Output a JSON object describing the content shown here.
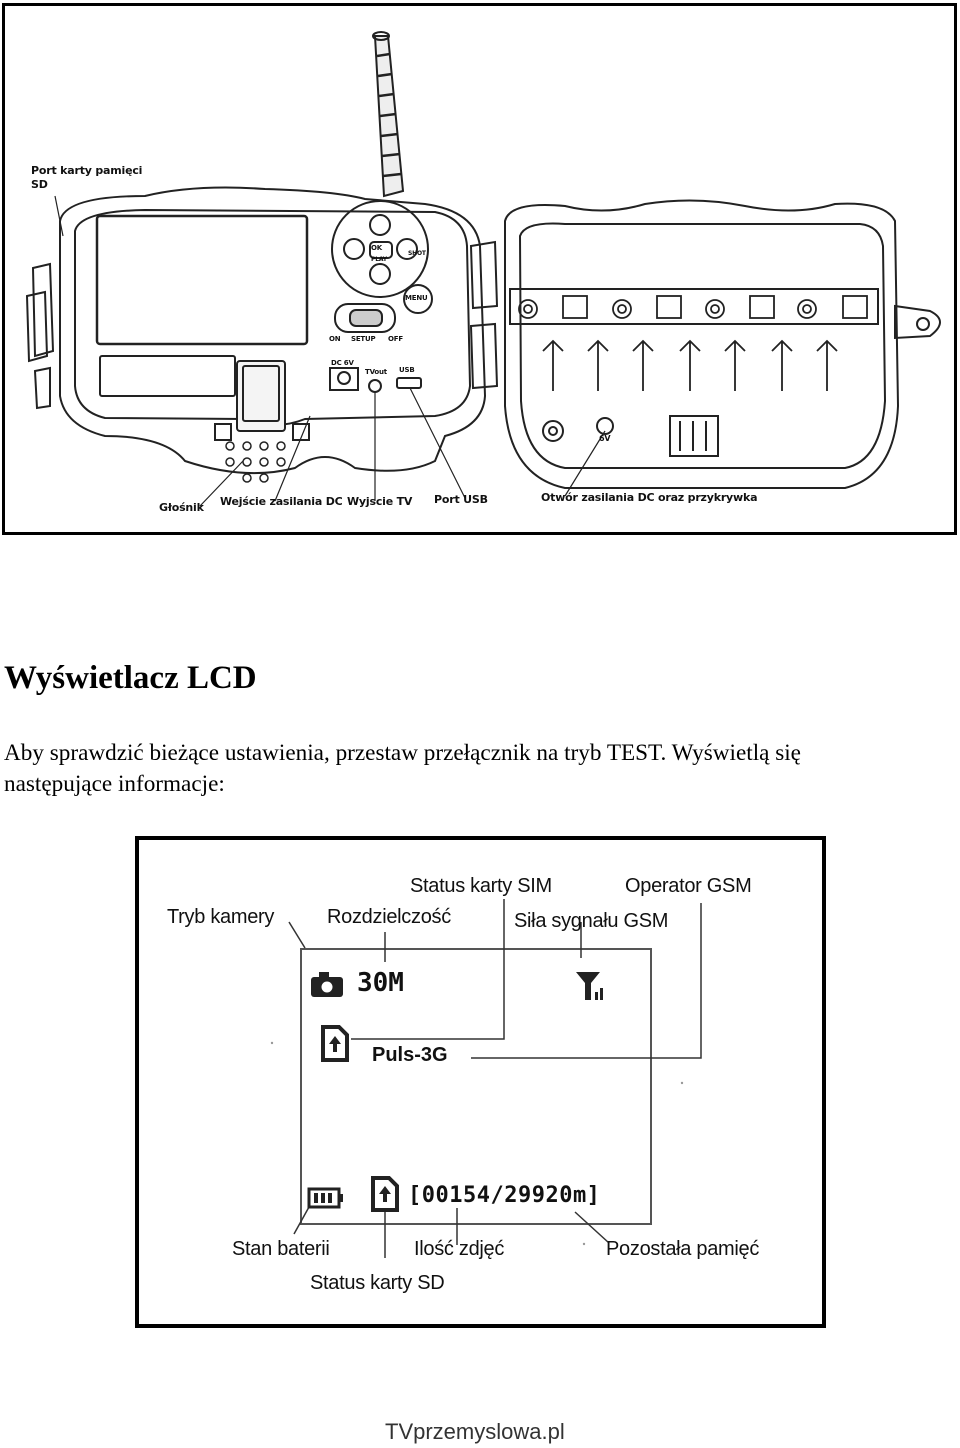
{
  "figure1": {
    "callouts": {
      "sd_port": [
        "Port karty pamięci",
        "SD"
      ],
      "speaker": "Głośnik",
      "dc_input": "Wejście zasilania DC",
      "tv_out": "Wyjscie TV",
      "usb_port": "Port USB",
      "dc_hole": "Otwór zasilania DC oraz przykrywka"
    },
    "device_marks": {
      "btn_ok": "OK",
      "btn_play": "PLAY",
      "btn_shot": "SHOT",
      "btn_menu": "MENU",
      "sw_on": "ON",
      "sw_setup": "SETUP",
      "sw_off": "OFF",
      "port_dc": "DC 6V",
      "port_tv": "TVout",
      "port_usb": "USB",
      "dc_6v": "6V"
    }
  },
  "heading": "Wyświetlacz LCD",
  "paragraph": {
    "line1": "Aby sprawdzić bieżące ustawienia, przestaw przełącznik na tryb TEST. Wyświetlą się",
    "line2": "następujące informacje:"
  },
  "figure2": {
    "labels": {
      "camera_mode": "Tryb kamery",
      "resolution": "Rozdzielczość",
      "sim_status": "Status karty SIM",
      "gsm_operator": "Operator GSM",
      "gsm_signal": "Siła sygnału GSM",
      "battery": "Stan baterii",
      "photo_count": "Ilość zdjęć",
      "remaining_memory": "Pozostała pamięć",
      "sd_status": "Status karty SD"
    },
    "lcd": {
      "resolution_value": "30M",
      "operator_value": "Puls-3G",
      "counter_value": "[00154/29920m]"
    },
    "icons": {
      "camera": "camera-icon",
      "signal": "signal-icon",
      "sim": "sim-card-icon",
      "battery": "battery-icon",
      "sd": "sd-card-icon"
    }
  },
  "footer": "TVprzemyslowa.pl"
}
